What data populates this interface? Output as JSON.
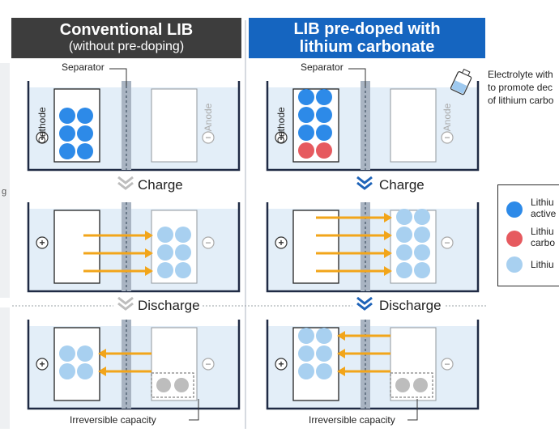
{
  "left_header": {
    "title": "Conventional LIB",
    "subtitle": "(without pre-doping)",
    "bg_color": "#3d3d3d"
  },
  "right_header": {
    "title_line1": "LIB pre-doped with",
    "title_line2": "lithium carbonate",
    "bg_color": "#1565c0"
  },
  "labels": {
    "separator": "Separator",
    "cathode": "Cathode",
    "anode": "Anode",
    "charge": "Charge",
    "discharge": "Discharge",
    "irreversible_capacity": "Irreversible capacity",
    "plus": "+",
    "minus": "−"
  },
  "electrolyte_note": {
    "line1": "Electrolyte with",
    "line2": "to promote dec",
    "line3": "of lithium carbo"
  },
  "legend": {
    "items": [
      {
        "text_line1": "Lithiu",
        "text_line2": "active",
        "color": "#2d8ae8",
        "icon": "blue-ball-icon"
      },
      {
        "text_line1": "Lithiu",
        "text_line2": "carbo",
        "color": "#e65a5f",
        "icon": "red-ball-icon"
      },
      {
        "text_line1": "Lithiu",
        "text_line2": "",
        "color": "#a8d0f0",
        "icon": "light-blue-ball-icon"
      }
    ]
  },
  "colors": {
    "active_ball": "#2d8ae8",
    "carbonate_ball": "#e65a5f",
    "light_ball": "#a8d0f0",
    "irreversible_ball": "#bdbdbd",
    "arrow": "#f2a51a",
    "chevron_gray": "#bdbdbd",
    "chevron_blue": "#1e63b8",
    "electrolyte": "#e3eef8",
    "frame": "#1f2a44"
  }
}
